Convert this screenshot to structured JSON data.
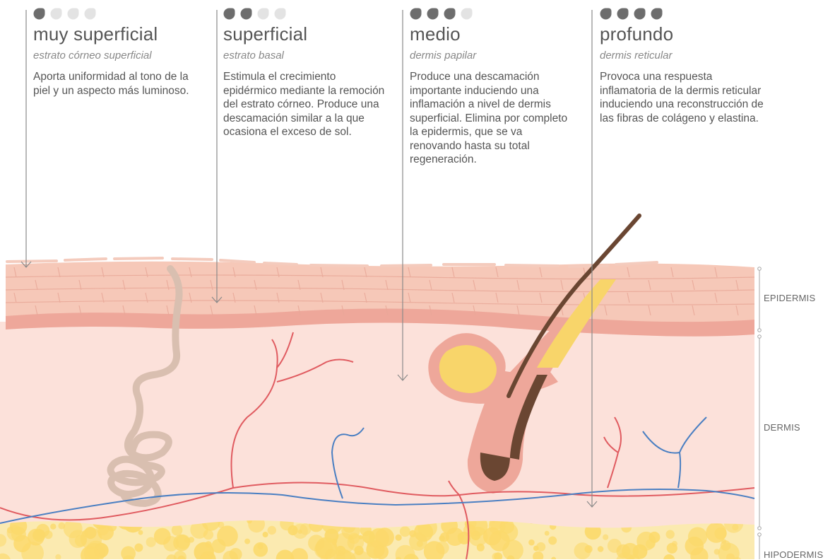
{
  "columns": [
    {
      "level": 1,
      "of": 4,
      "title": "muy superficial",
      "subtitle": "estrato córneo superficial",
      "description": "Aporta uniformidad al tono de la piel y un aspecto más luminoso."
    },
    {
      "level": 2,
      "of": 4,
      "title": "superficial",
      "subtitle": "estrato basal",
      "description": "Estimula el crecimiento epidérmico mediante la remoción del estrato córneo. Produce una descamación similar a la que ocasiona el exceso de sol."
    },
    {
      "level": 3,
      "of": 4,
      "title": "medio",
      "subtitle": "dermis papilar",
      "description": "Produce una descamación importante induciendo una inflamación a nivel de dermis superficial. Elimina por completo la epidermis, que se va renovando hasta su total regeneración."
    },
    {
      "level": 4,
      "of": 4,
      "title": "profundo",
      "subtitle": "dermis reticular",
      "description": "Provoca una respuesta inflamatoria de la dermis reticular induciendo una reconstrucción de las fibras de colágeno y elastina."
    }
  ],
  "layers": [
    "EPIDERMIS",
    "DERMIS",
    "HIPODERMIS"
  ],
  "colors": {
    "text": "#555555",
    "dot_active": "#6d6d6d",
    "dot_inactive": "#e3e3e3",
    "arrow": "#8a8a8a",
    "epidermis": "#f6c8b8",
    "basal_layer": "#eea79a",
    "dermis": "#fce1da",
    "hypodermis": "#fbeab0",
    "fat_cell": "#fbd96b",
    "artery": "#e05b60",
    "vein": "#4a7fc2",
    "sweat_gland": "#d9bfb0",
    "hair": "#6a4632",
    "sebaceous_gland": "#f8d56a"
  }
}
